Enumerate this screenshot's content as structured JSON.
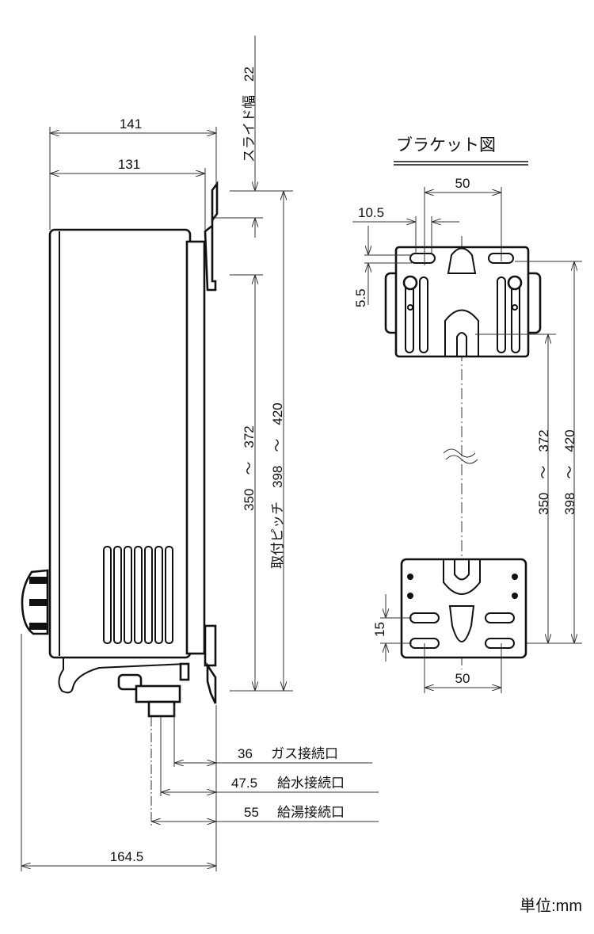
{
  "title": "ブラケット図",
  "unit": "単位:mm",
  "side_view": {
    "width_overall": "141",
    "width_body": "131",
    "slide_width": "スライド幅　22",
    "pitch_inner": "350　～　372",
    "pitch_outer": "取付ピッチ　398　～　420",
    "depth_overall": "164.5",
    "connections": [
      {
        "value": "36",
        "label": "ガス接続口"
      },
      {
        "value": "47.5",
        "label": "給水接続口"
      },
      {
        "value": "55",
        "label": "給湯接続口"
      }
    ]
  },
  "bracket_view": {
    "slot_pitch_top": "50",
    "slot_width": "10.5",
    "slot_offset": "5.5",
    "pitch_inner": "350　～　372",
    "pitch_outer": "398　～　420",
    "slot_pitch_bottom_vertical": "15",
    "slot_pitch_bottom": "50"
  }
}
